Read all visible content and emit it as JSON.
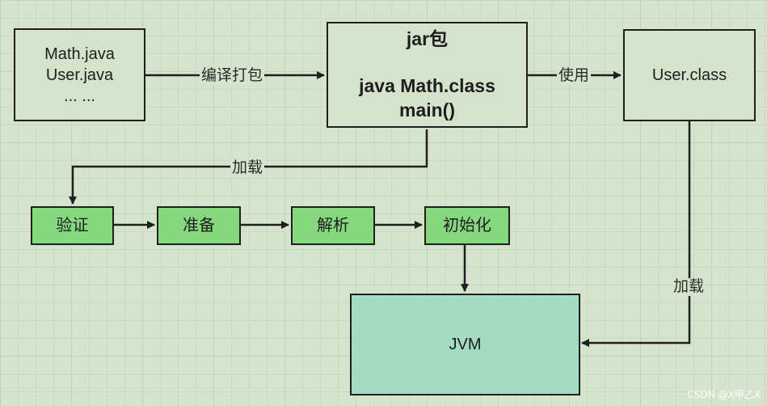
{
  "boxes": {
    "source": [
      "Math.java",
      "User.java",
      "... ..."
    ],
    "jar": [
      "jar包",
      "java Math.class",
      "main()"
    ],
    "user_class": "User.class",
    "steps": [
      "验证",
      "准备",
      "解析",
      "初始化"
    ],
    "jvm": "JVM"
  },
  "labels": {
    "compile": "编译打包",
    "use": "使用",
    "load_left": "加载",
    "load_right": "加载"
  },
  "watermark": "CSDN @X甲乙X",
  "colors": {
    "background": "#d7e4cd",
    "step_fill": "#86d87f",
    "jvm_fill": "#a3dcc3",
    "stroke": "#1f1f1f"
  }
}
